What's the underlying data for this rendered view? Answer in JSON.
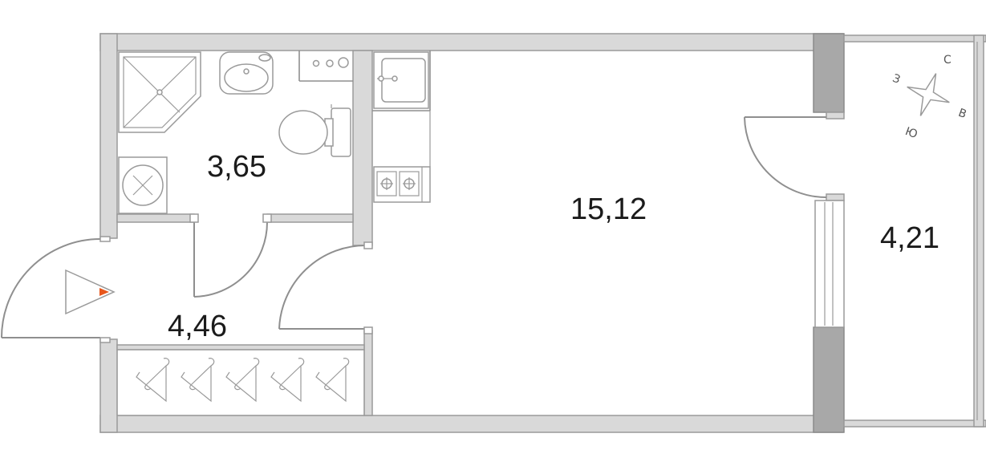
{
  "rooms": {
    "bathroom": {
      "area": "3,65"
    },
    "hallway": {
      "area": "4,46"
    },
    "living": {
      "area": "15,12"
    },
    "balcony": {
      "area": "4,21"
    }
  },
  "compass": {
    "north": "С",
    "east": "В",
    "south": "Ю",
    "west": "З"
  },
  "colors": {
    "wall_fill": "#d9d9d9",
    "wall_stroke": "#9a9a9a",
    "column_fill": "#a8a8a8",
    "entry_arrow": "#e8561b",
    "text": "#1b1b1b"
  }
}
